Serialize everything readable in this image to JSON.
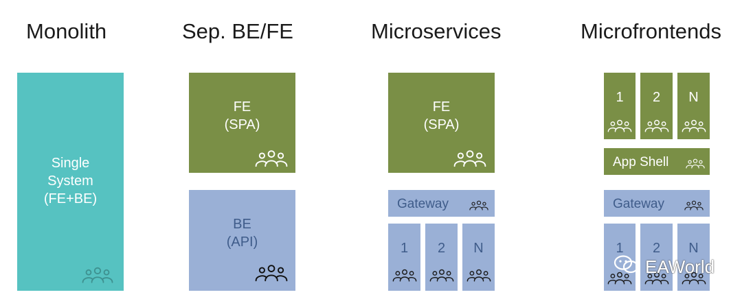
{
  "columns": {
    "monolith": {
      "heading": "Monolith",
      "system": {
        "line1": "Single",
        "line2": "System",
        "line3": "(FE+BE)"
      }
    },
    "sep": {
      "heading": "Sep. BE/FE",
      "fe": {
        "line1": "FE",
        "line2": "(SPA)"
      },
      "be": {
        "line1": "BE",
        "line2": "(API)"
      }
    },
    "micro": {
      "heading": "Microservices",
      "fe": {
        "line1": "FE",
        "line2": "(SPA)"
      },
      "gateway": "Gateway",
      "services": [
        "1",
        "2",
        "N"
      ]
    },
    "microfe": {
      "heading": "Microfrontends",
      "frontends": [
        "1",
        "2",
        "N"
      ],
      "app_shell": "App Shell",
      "gateway": "Gateway",
      "services": [
        "1",
        "2",
        "N"
      ]
    }
  },
  "watermark": "EAWorld",
  "icons": {
    "team": "team-icon",
    "wechat": "wechat-icon"
  },
  "colors": {
    "monolith": "#56c2c1",
    "frontend": "#7a8f46",
    "backend": "#9ab0d6",
    "backend_text": "#3f5c8a"
  }
}
